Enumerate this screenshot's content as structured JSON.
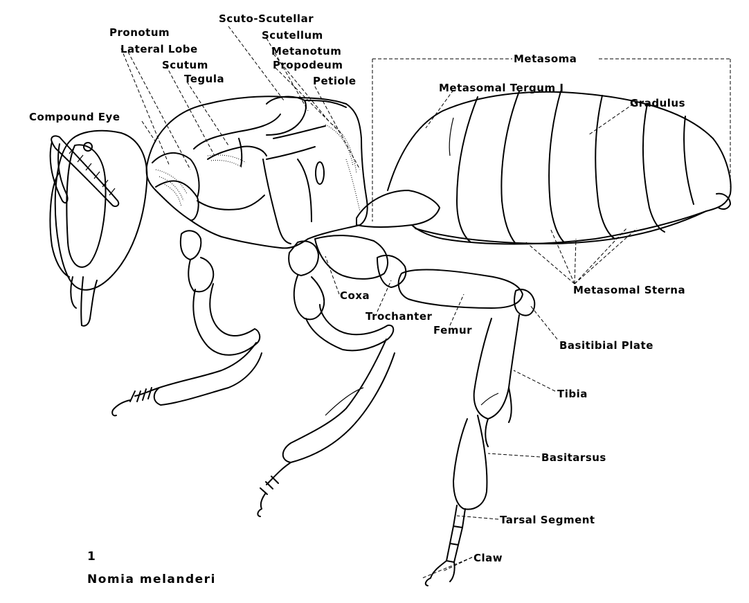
{
  "figure": {
    "number": "1",
    "species": "Nomia melanderi",
    "labels": {
      "pronotum": "Pronotum",
      "lateral_lobe": "Lateral Lobe",
      "scutum": "Scutum",
      "tegula": "Tegula",
      "scuto_scutellar": "Scuto-Scutellar",
      "scutellum": "Scutellum",
      "metanotum": "Metanotum",
      "propodeum": "Propodeum",
      "petiole": "Petiole",
      "compound_eye": "Compound Eye",
      "metasoma": "Metasoma",
      "metasomal_tergum": "Metasomal Tergum I",
      "gradulus": "Gradulus",
      "metasomal_sterna": "Metasomal Sterna",
      "coxa": "Coxa",
      "trochanter": "Trochanter",
      "femur": "Femur",
      "basitibial_plate": "Basitibial Plate",
      "tibia": "Tibia",
      "basitarsus": "Basitarsus",
      "tarsal_segment": "Tarsal Segment",
      "claw": "Claw"
    }
  }
}
